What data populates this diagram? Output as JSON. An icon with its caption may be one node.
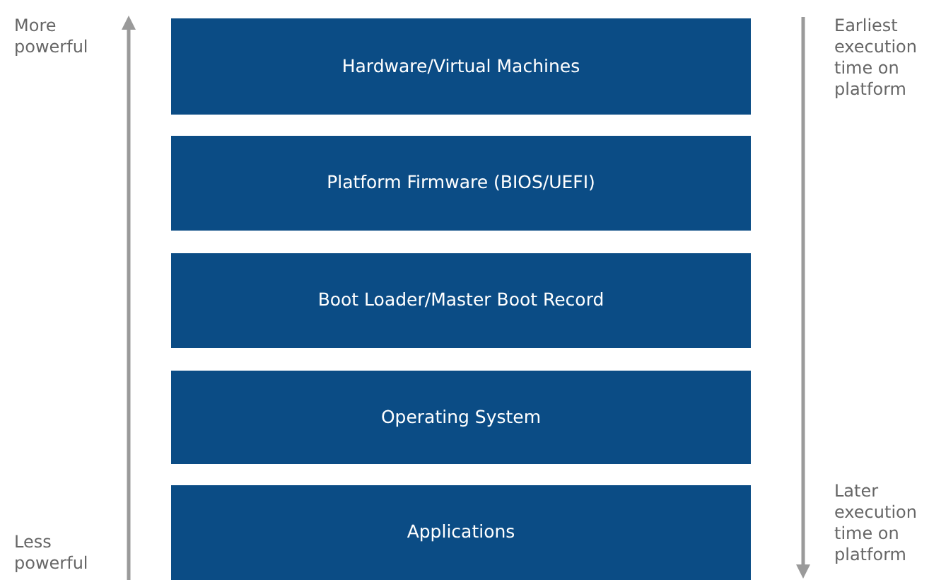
{
  "diagram": {
    "nodes": [
      {
        "text": [
          "Hardware/Virtual Machines"
        ]
      },
      {
        "text": [
          "Platform Firmware (BIOS/UEFI)"
        ]
      },
      {
        "text": [
          "Boot Loader/Master Boot Record"
        ]
      },
      {
        "text": [
          "Operating System"
        ]
      },
      {
        "text": [
          "Applications"
        ]
      }
    ],
    "edges": [],
    "labels": [
      "More powerful",
      "Earliest execution time on platform",
      "Less powerful",
      "Later execution time on platform"
    ]
  }
}
